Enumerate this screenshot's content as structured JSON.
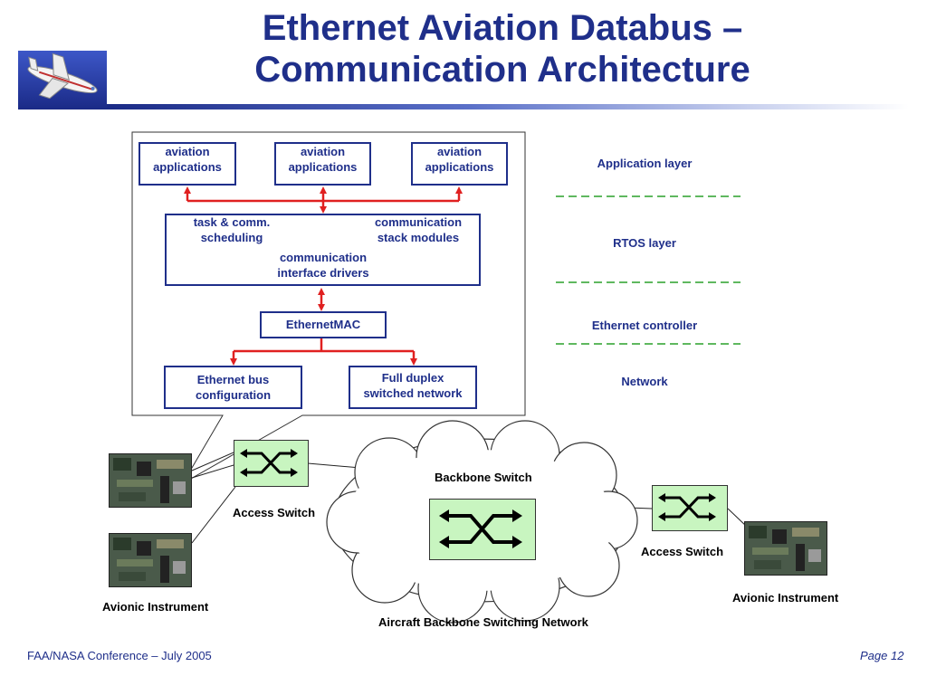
{
  "title": {
    "line1": "Ethernet Aviation Databus –",
    "line2": "Communication Architecture"
  },
  "stack": {
    "app1": {
      "line1": "aviation",
      "line2": "applications"
    },
    "app2": {
      "line1": "aviation",
      "line2": "applications"
    },
    "app3": {
      "line1": "aviation",
      "line2": "applications"
    },
    "task": {
      "line1": "task & comm.",
      "line2": "scheduling"
    },
    "comm_stack": {
      "line1": "communication",
      "line2": "stack modules"
    },
    "comm_iface": {
      "line1": "communication",
      "line2": "interface drivers"
    },
    "mac": "EthernetMAC",
    "bus_config": {
      "line1": "Ethernet bus",
      "line2": "configuration"
    },
    "full_duplex": {
      "line1": "Full duplex",
      "line2": "switched network"
    }
  },
  "layers": {
    "application": "Application layer",
    "rtos": "RTOS layer",
    "ethernet": "Ethernet controller",
    "network": "Network"
  },
  "network": {
    "backbone_switch": "Backbone Switch",
    "access_switch_left": "Access Switch",
    "access_switch_right": "Access Switch",
    "avionic_left": "Avionic Instrument",
    "avionic_right": "Avionic Instrument",
    "cloud_caption": "Aircraft Backbone Switching Network"
  },
  "footer": {
    "left": "FAA/NASA Conference – July 2005",
    "right": "Page 12"
  },
  "colors": {
    "title": "#1f2f8a",
    "arrows": "#e02020",
    "dashes": "#2aa02a",
    "switch_fill": "#c8f5c0"
  },
  "icons": {
    "logo": "airplane-icon",
    "switch": "switch-arrows-icon",
    "board": "circuit-board-icon"
  }
}
